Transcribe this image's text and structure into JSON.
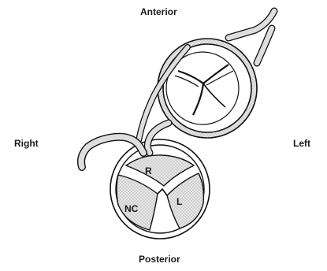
{
  "orientation": {
    "anterior": "Anterior",
    "posterior": "Posterior",
    "right": "Right",
    "left": "Left"
  },
  "cusps": {
    "right": "R",
    "noncoronary": "NC",
    "left": "L"
  }
}
